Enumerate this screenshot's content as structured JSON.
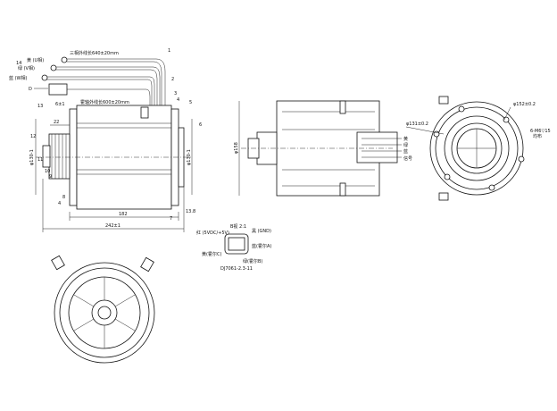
{
  "side_view": {
    "wires": [
      "黄 (U相)",
      "绿 (V相)",
      "蓝 (W相)"
    ],
    "phase_wire_length": "三相外线长640±20mm",
    "hall_wire_length": "霍轴外线长600±20mm",
    "view_marker": "D",
    "callouts": [
      "1",
      "2",
      "3",
      "4",
      "5",
      "6",
      "7",
      "8",
      "9",
      "10",
      "11",
      "12",
      "13",
      "14"
    ],
    "dims": {
      "offset": "6±1",
      "pulley_width": "22",
      "left_dia": "φ130-1",
      "right_dia": "φ130-1",
      "body_length": "182",
      "flange": "13.8",
      "gap": "4",
      "overall_length": "242±1"
    }
  },
  "front_view": {
    "diameter": "φ158",
    "wire_labels": [
      "黄",
      "绿",
      "蓝",
      "信号"
    ]
  },
  "end_view": {
    "inner_dia": "φ131±0.2",
    "outer_dia": "φ152±0.2",
    "holes": "6-M6▽15",
    "holes_note": "均布"
  },
  "connector": {
    "view": "B视 2:1",
    "pins": [
      "红 (5VDC/+5V)",
      "黑 (GND)",
      "蓝(霍尔A)",
      "绿(霍尔B)",
      "黄(霍尔C)"
    ],
    "part_no": "DJ7061-2.3-11"
  }
}
